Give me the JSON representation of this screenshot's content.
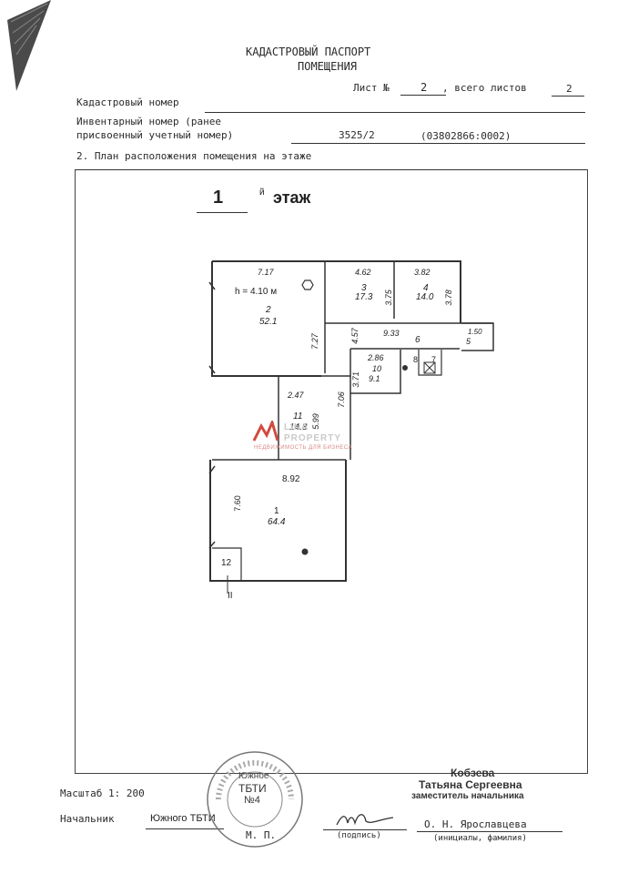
{
  "header": {
    "title_line1": "КАДАСТРОВЫЙ ПАСПОРТ",
    "title_line2": "ПОМЕЩЕНИЯ",
    "sheet_label": "Лист №",
    "sheet_number": "2",
    "sheet_total_label": ", всего листов",
    "sheet_total": "2"
  },
  "fields": {
    "cadastral_label": "Кадастровый номер",
    "inventory_label_1": "Инвентарный номер (ранее",
    "inventory_label_2": "присвоенный учетный номер)",
    "inventory_value": "3525/2",
    "inventory_code": "(03802866:0002)",
    "section_title": "2. План расположения помещения на этаже"
  },
  "plan": {
    "floor_number": "1",
    "floor_suffix": "й",
    "floor_word": "этаж",
    "height_note": "h = 4.10 м",
    "dimensions": [
      "7.17",
      "4.62",
      "3.82",
      "7.27",
      "3.75",
      "3.78",
      "9.33",
      "1.50",
      "2.86",
      "2.47",
      "3.71",
      "7.06",
      "4.57",
      "8.92",
      "7.60",
      "5.99"
    ],
    "rooms": [
      {
        "number": "2",
        "area": "52.1"
      },
      {
        "number": "3",
        "area": "17.3"
      },
      {
        "number": "4",
        "area": "14.0"
      },
      {
        "number": "6",
        "area": ""
      },
      {
        "number": "5",
        "area": ""
      },
      {
        "number": "10",
        "area": "9.1"
      },
      {
        "number": "8",
        "area": ""
      },
      {
        "number": "7",
        "area": ""
      },
      {
        "number": "11",
        "area": "14.8"
      },
      {
        "number": "1",
        "area": "64.4"
      },
      {
        "number": "12",
        "area": ""
      }
    ],
    "axis_mark": "II"
  },
  "watermark": {
    "brand": "LINA PROPERTY",
    "tagline": "НЕДВИЖИМОСТЬ ДЛЯ БИЗНЕСА"
  },
  "footer": {
    "scale": "Масштаб 1: 200",
    "chief_label": "Начальник",
    "org": "Южного ТБТИ",
    "signature_caption": "(подпись)",
    "chief_name": "О. Н. Ярославцева",
    "name_caption": "(инициалы, фамилия)",
    "signer_surname": "Кобзева",
    "signer_name": "Татьяна Сергеевна",
    "signer_position": "заместитель начальника",
    "stamp_line1": "Южное",
    "stamp_line2": "ТБТИ",
    "stamp_line3": "№4",
    "mp": "М. П."
  }
}
